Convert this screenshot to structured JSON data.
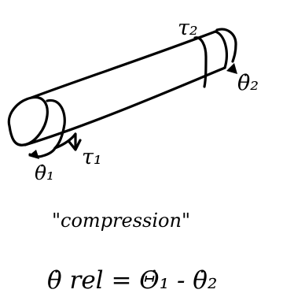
{
  "labels": {
    "tau_2": "τ₂",
    "theta_dot_2": "θ̇₂",
    "tau_1": "τ₁",
    "theta_dot_1": "θ̇₁",
    "annotation": "\"compression\"",
    "equation": "θ̇ rel = Θ̇₁ - θ̇₂"
  },
  "colors": {
    "ink": "#000000",
    "paper": "#ffffff"
  },
  "icons": {
    "torque_arrow_left": "curved-arrow-icon",
    "torque_arrow_right": "curved-arrow-icon"
  }
}
